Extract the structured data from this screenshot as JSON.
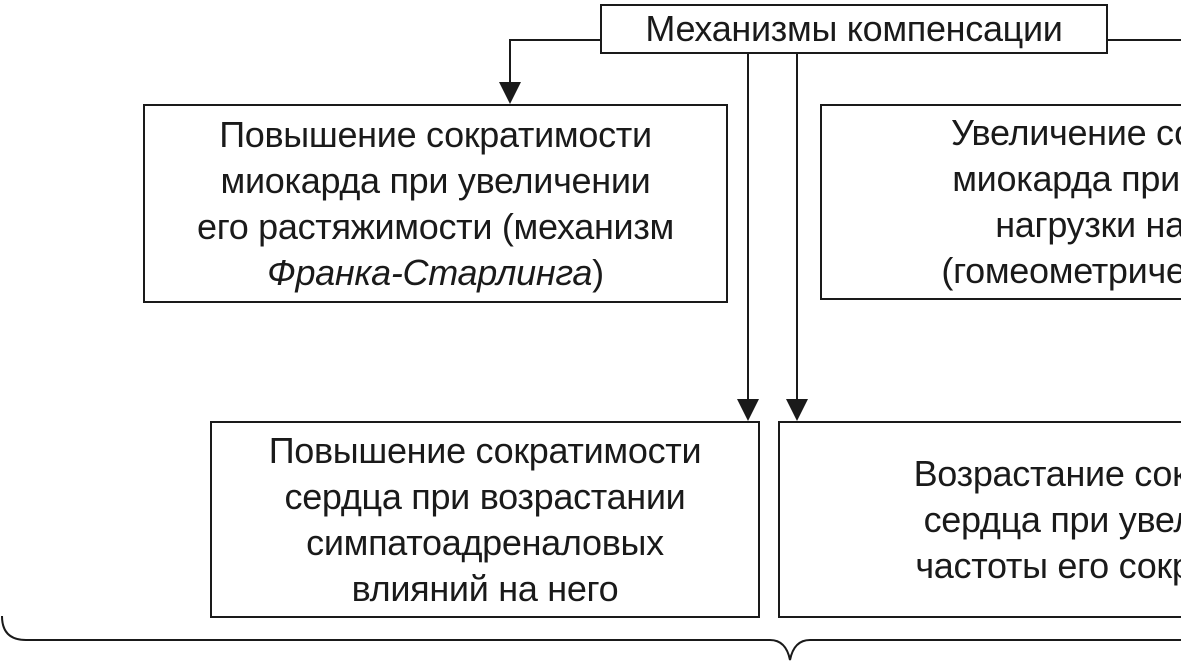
{
  "diagram": {
    "root": {
      "label": "Механизмы компенсации"
    },
    "boxes": [
      {
        "id": "b1",
        "lines": [
          "Повышение сократимости",
          "миокарда при увеличении",
          "его растяжимости (механизм"
        ],
        "italic_part": "Франка-Старлинга",
        "closing": ")"
      },
      {
        "id": "b2",
        "lines": [
          "Увеличение сокр",
          "миокарда при во",
          "нагрузки на",
          "(гомеометрически"
        ]
      },
      {
        "id": "b3",
        "lines": [
          "Повышение сократимости",
          "сердца при возрастании",
          "симпатоадреналовых",
          "влияний на него"
        ]
      },
      {
        "id": "b4",
        "lines": [
          "Возрастание сократ",
          "сердца при увелич",
          "частоты его сокращ"
        ]
      }
    ],
    "edges": [
      {
        "from": "root",
        "to": "b1"
      },
      {
        "from": "root",
        "to": "b2"
      },
      {
        "from": "root",
        "to": "b3"
      },
      {
        "from": "root",
        "to": "b4"
      }
    ],
    "colors": {
      "ink": "#1a1a1a",
      "background": "#ffffff"
    }
  }
}
